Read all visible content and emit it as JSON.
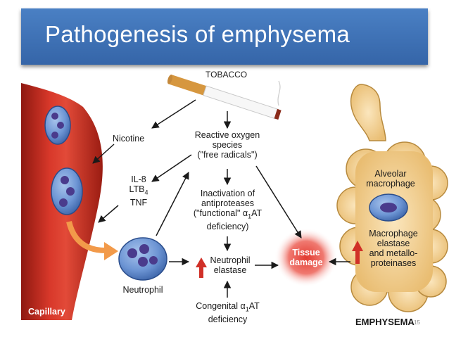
{
  "slide": {
    "title": "Pathogenesis of emphysema",
    "number": "15"
  },
  "diagram": {
    "tobacco": "TOBACCO",
    "nicotine": "Nicotine",
    "ros": [
      "Reactive oxygen",
      "species",
      "(\"free radicals\")"
    ],
    "cytokines": [
      "IL-8",
      "LTB",
      "TNF"
    ],
    "ltb_subscript": "4",
    "inactivation": [
      "Inactivation of",
      "antiproteases",
      "(\"functional\" α",
      "AT",
      "deficiency)"
    ],
    "alpha_subscript": "1",
    "neutrophil_elastase": [
      "Neutrophil",
      "elastase"
    ],
    "congenital": [
      "Congenital α",
      "AT",
      "deficiency"
    ],
    "neutrophil": "Neutrophil",
    "capillary": "Capillary",
    "tissue_damage": [
      "Tissue",
      "damage"
    ],
    "alveolar_macrophage": [
      "Alveolar",
      "macrophage"
    ],
    "macrophage_elastase": [
      "Macrophage",
      "elastase",
      "and metallo-",
      "proteinases"
    ],
    "emphysema": "EMPHYSEMA"
  },
  "colors": {
    "title_bar": "#3d70b4",
    "capillary_red": "#c8281e",
    "cell_blue": "#4f79c0",
    "alveoli": "#f1cd8e",
    "increase_arrow": "#d03028",
    "transmigration_arrow": "#f29a4a",
    "tissue_damage_glow": "#e8473c"
  }
}
